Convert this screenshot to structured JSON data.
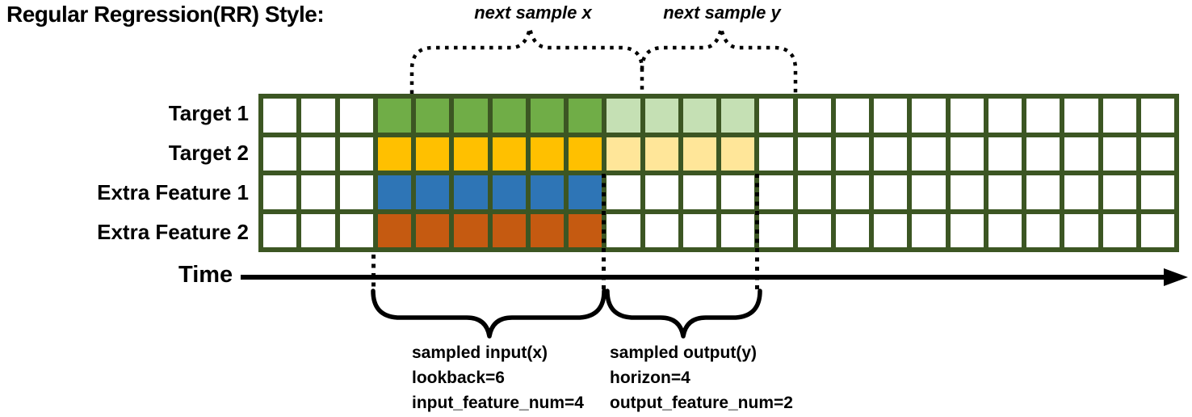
{
  "title": "Regular Regression(RR) Style:",
  "top_labels": {
    "next_sample_x": "next sample x",
    "next_sample_y": "next sample y"
  },
  "time_axis": {
    "label": "Time"
  },
  "grid": {
    "columns": 24,
    "lead_in_cells": 3,
    "input_cells": 6,
    "output_cells": 4,
    "rows": [
      {
        "label": "Target 1",
        "input_color": "#70AD47",
        "output_color": "#C5E0B4"
      },
      {
        "label": "Target 2",
        "input_color": "#FFC000",
        "output_color": "#FFE699"
      },
      {
        "label": "Extra Feature 1",
        "input_color": "#2E75B6",
        "output_color": null
      },
      {
        "label": "Extra Feature 2",
        "input_color": "#C55A11",
        "output_color": null
      }
    ],
    "border_color": "#3C5623",
    "cell_color": "#FFFFFF"
  },
  "annotations": {
    "input": {
      "lines": [
        "sampled input(x)",
        "lookback=6",
        "input_feature_num=4"
      ]
    },
    "output": {
      "lines": [
        "sampled output(y)",
        "horizon=4",
        "output_feature_num=2"
      ]
    }
  },
  "colors": {
    "line": "#000000",
    "text": "#000000"
  }
}
